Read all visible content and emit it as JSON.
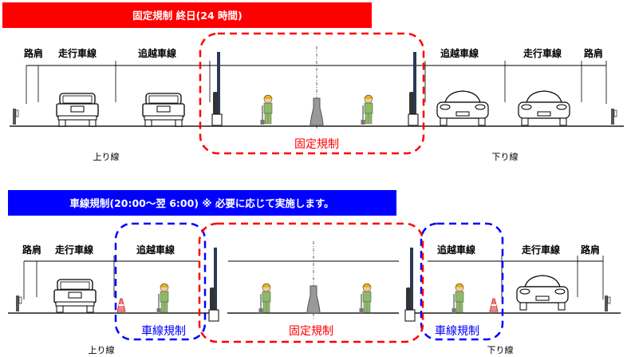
{
  "colors": {
    "fixed": "#ff0000",
    "lane": "#0000ff",
    "banner_red": "#ff0000",
    "banner_blue": "#0000ff"
  },
  "panel_fixed": {
    "banner": "固定規制  終日(24 時間)",
    "lanes": [
      "路肩",
      "走行車線",
      "追越車線",
      "追越車線",
      "走行車線",
      "路肩"
    ],
    "region_label": "固定規制",
    "dir_up": "上り線",
    "dir_down": "下り線"
  },
  "panel_lane": {
    "banner": "車線規制(20:00～翌 6:00) ※ 必要に応じて実施します。",
    "lanes": [
      "路肩",
      "走行車線",
      "追越車線",
      "追越車線",
      "走行車線",
      "路肩"
    ],
    "region_left": "車線規制",
    "region_center": "固定規制",
    "region_right": "車線規制",
    "dir_up": "上り線",
    "dir_down": "下り線"
  }
}
